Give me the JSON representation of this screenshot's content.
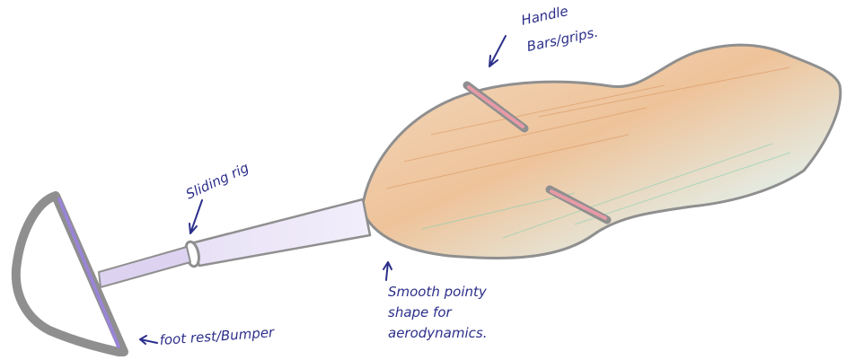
{
  "annotations": {
    "handle": [
      "Handle",
      "Bars/grips."
    ],
    "sliding_rig": "Sliding rig",
    "smooth": [
      "Smooth pointy",
      "shape for",
      "aerodynamics."
    ],
    "foot_rest": "foot rest/Bumper"
  },
  "colors": {
    "pencil": "#8f8f8f",
    "ink": "#2c2f8a",
    "body_fill_orange": "#e8b27a",
    "body_fill_green": "#a8dcc9",
    "tube_fill_purple": "#cbbde6",
    "grip_pink": "#e79aa6"
  }
}
